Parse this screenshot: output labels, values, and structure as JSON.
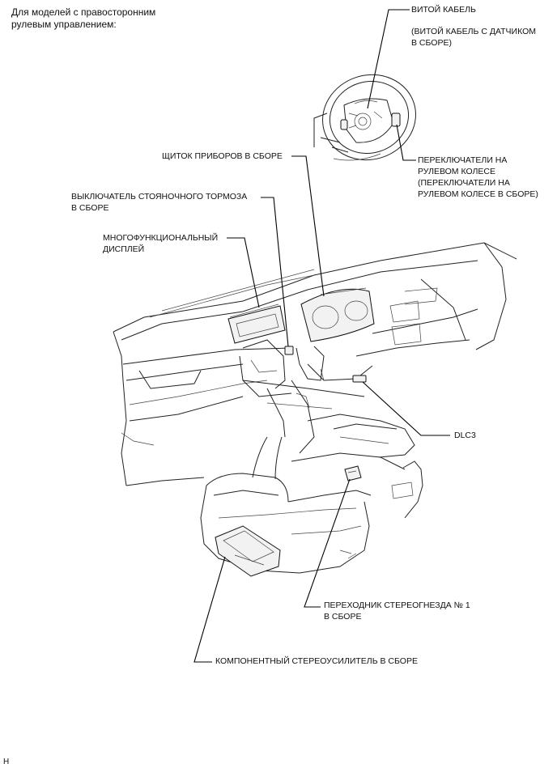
{
  "header": {
    "line1": "Для моделей с правосторонним",
    "line2": "рулевым управлением:"
  },
  "labels": {
    "spiral_cable": "ВИТОЙ КАБЕЛЬ",
    "spiral_cable_note1": "(ВИТОЙ КАБЕЛЬ С ДАТЧИКОМ",
    "spiral_cable_note2": "В СБОРЕ)",
    "steering_switches1": "ПЕРЕКЛЮЧАТЕЛИ НА",
    "steering_switches2": "РУЛЕВОМ КОЛЕСЕ",
    "steering_switches_note1": "(ПЕРЕКЛЮЧАТЕЛИ НА",
    "steering_switches_note2": "РУЛЕВОМ КОЛЕСЕ В СБОРЕ)",
    "combination_meter": "ЩИТОК ПРИБОРОВ В СБОРЕ",
    "parking_brake_switch1": "ВЫКЛЮЧАТЕЛЬ СТОЯНОЧНОГО ТОРМОЗА",
    "parking_brake_switch2": "В СБОРЕ",
    "multi_display1": "МНОГОФУНКЦИОНАЛЬНЫЙ",
    "multi_display2": "ДИСПЛЕЙ",
    "dlc3": "DLC3",
    "stereo_jack1": "ПЕРЕХОДНИК СТЕРЕОГНЕЗДА № 1",
    "stereo_jack2": "В СБОРЕ",
    "stereo_amp": "КОМПОНЕНТНЫЙ СТЕРЕОУСИЛИТЕЛЬ В СБОРЕ"
  },
  "footer": {
    "code": "H"
  }
}
